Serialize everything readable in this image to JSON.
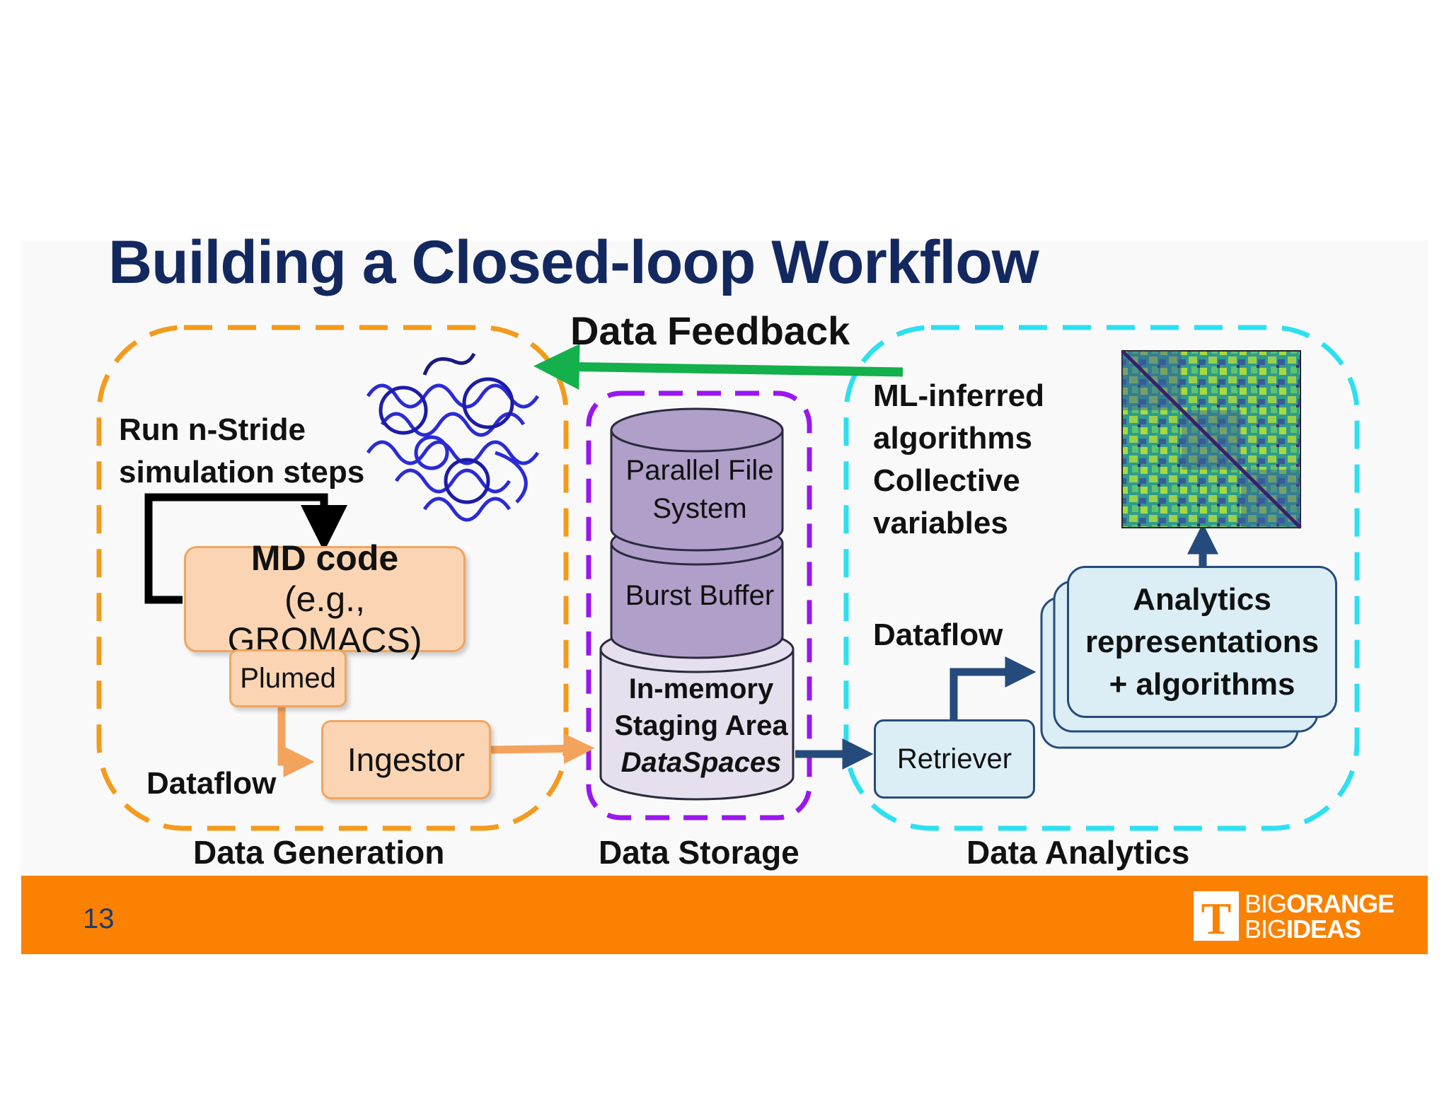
{
  "title": "Building a Closed-loop Workflow",
  "feedback_label": "Data Feedback",
  "generation": {
    "run_label": "Run n-Stride simulation steps",
    "md_code_line1": "MD code",
    "md_code_line2": "(e.g., GROMACS)",
    "plumed": "Plumed",
    "ingestor": "Ingestor",
    "dataflow": "Dataflow",
    "section_label": "Data Generation"
  },
  "storage": {
    "parallel_line1": "Parallel File",
    "parallel_line2": "System",
    "burst_buffer": "Burst Buffer",
    "memory_line1": "In-memory",
    "memory_line2": "Staging Area",
    "memory_line3": "DataSpaces",
    "section_label": "Data Storage"
  },
  "analytics": {
    "ml_label": "ML-inferred algorithms Collective variables",
    "dataflow": "Dataflow",
    "retriever": "Retriever",
    "box_line1": "Analytics",
    "box_line2": "representations",
    "box_line3": "+ algorithms",
    "section_label": "Data Analytics"
  },
  "footer": {
    "page_number": "13",
    "logo_row1_a": "BIG",
    "logo_row1_b": "ORANGE",
    "logo_row2_a": "BIG",
    "logo_row2_b": "IDEAS",
    "logo_letter": "T"
  },
  "colors": {
    "title": "#13285f",
    "generation_border": "#f49a1c",
    "storage_border": "#9a16ee",
    "analytics_border": "#2de0f0",
    "feedback_arrow": "#13b04b",
    "orange_arrow": "#f4a35c",
    "blue_arrow": "#254b7c",
    "footer": "#fb8102"
  }
}
